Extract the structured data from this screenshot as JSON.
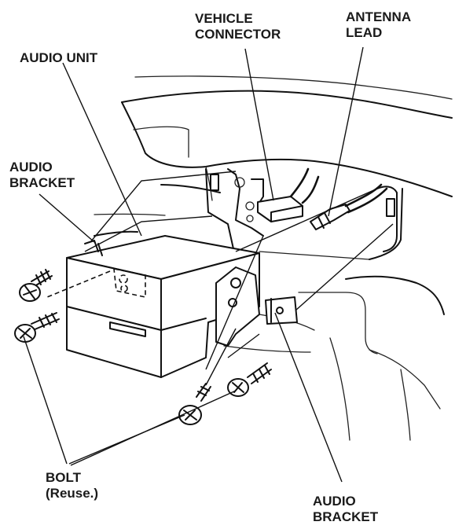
{
  "labels": {
    "vehicle_connector": [
      "VEHICLE",
      "CONNECTOR"
    ],
    "antenna_lead": [
      "ANTENNA",
      "LEAD"
    ],
    "audio_unit": "AUDIO UNIT",
    "audio_bracket_left": [
      "AUDIO",
      "BRACKET"
    ],
    "bolt": [
      "BOLT",
      "(Reuse.)"
    ],
    "audio_bracket_right": [
      "AUDIO",
      "BRACKET"
    ]
  },
  "colors": {
    "line": "#111111",
    "background": "#ffffff"
  }
}
